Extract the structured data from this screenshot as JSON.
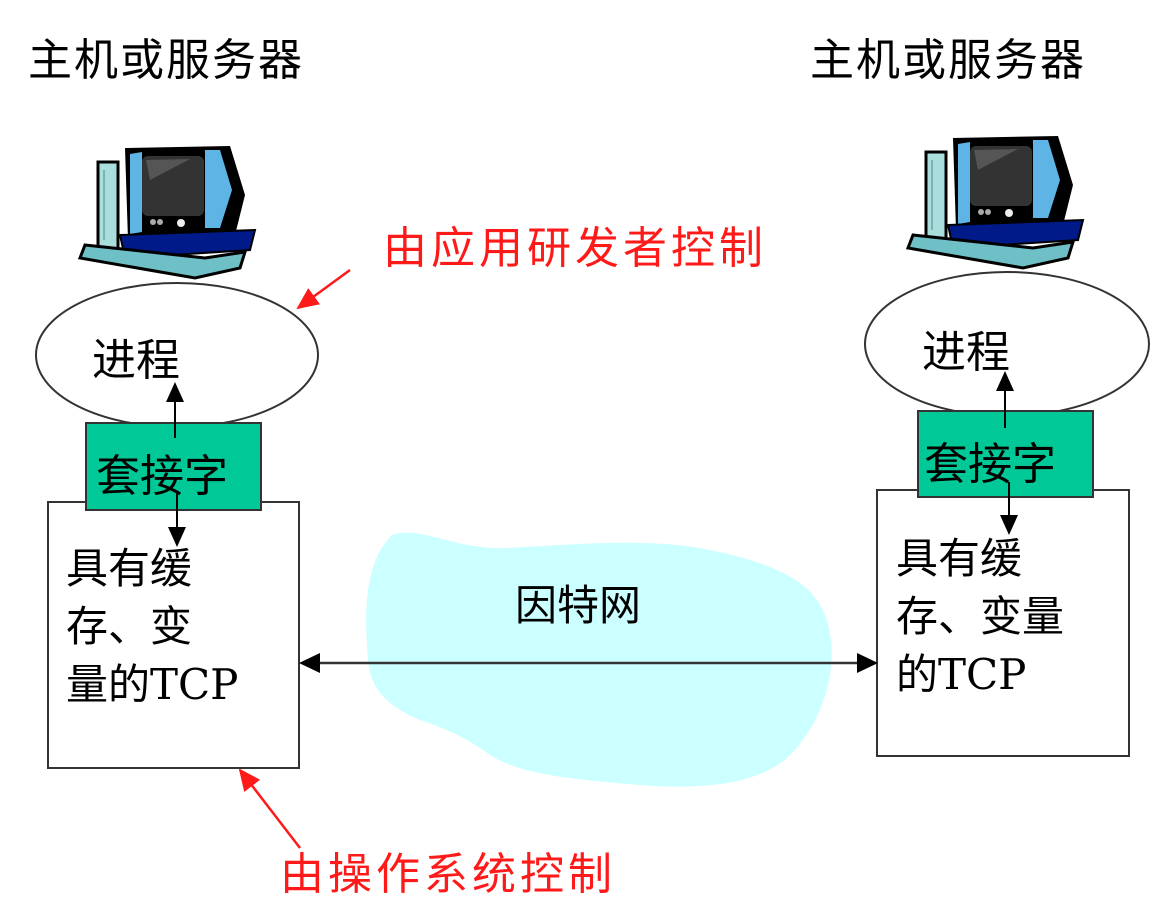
{
  "diagram": {
    "left_host": {
      "title": "主机或服务器",
      "process": "进程",
      "socket": "套接字",
      "tcp_lines": [
        "具有缓",
        "存、变",
        "量的TCP"
      ]
    },
    "right_host": {
      "title": "主机或服务器",
      "process": "进程",
      "socket": "套接字",
      "tcp_lines": [
        "具有缓",
        "存、变量",
        "的TCP"
      ]
    },
    "internet": "因特网",
    "annotations": {
      "app_developer": "由应用研发者控制",
      "os": "由操作系统控制"
    },
    "icons": [
      "computer-icon",
      "computer-icon"
    ],
    "colors": {
      "socket_fill": "#00c896",
      "internet_fill": "#ccffff",
      "annotation": "#ff1a1a",
      "stroke": "#000000"
    }
  }
}
